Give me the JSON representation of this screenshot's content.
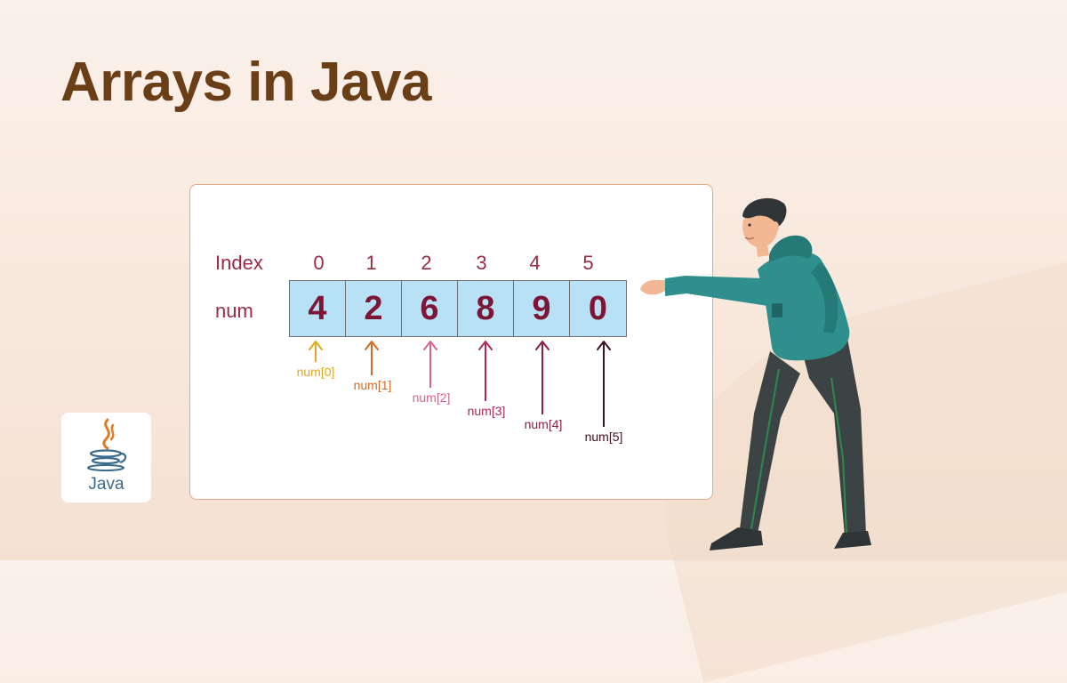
{
  "title": "Arrays in Java",
  "diagram": {
    "index_label": "Index",
    "array_label": "num",
    "indices": [
      "0",
      "1",
      "2",
      "3",
      "4",
      "5"
    ],
    "values": [
      "4",
      "2",
      "6",
      "8",
      "9",
      "0"
    ],
    "accessors": [
      "num[0]",
      "num[1]",
      "num[2]",
      "num[3]",
      "num[4]",
      "num[5]"
    ],
    "accessor_colors": [
      "#e3a91c",
      "#d26a1f",
      "#d8668c",
      "#b02858",
      "#8c1f3f",
      "#3d0f1c"
    ]
  },
  "logo": {
    "wordmark": "Java"
  },
  "illustration": "person-pushing-board"
}
